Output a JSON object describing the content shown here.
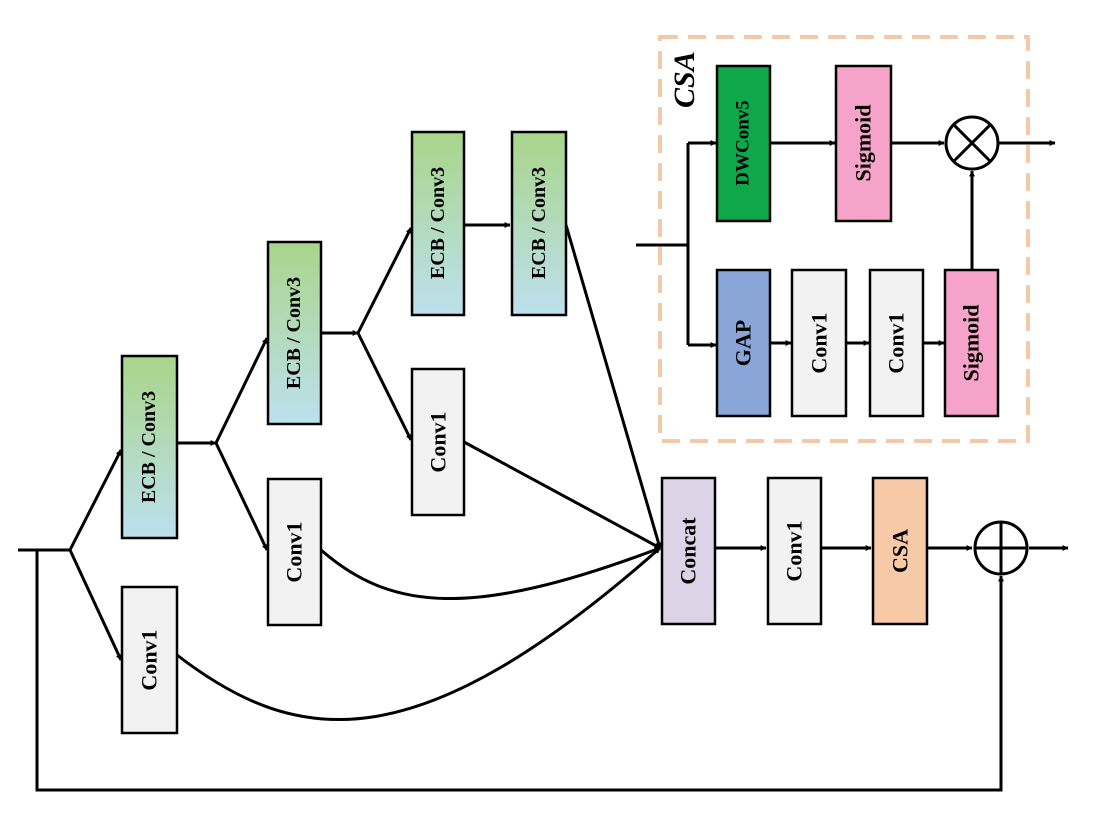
{
  "blocks": {
    "ecb_1": "ECB / Conv3",
    "conv1_a": "Conv1",
    "ecb_2": "ECB / Conv3",
    "conv1_b": "Conv1",
    "ecb_3": "ECB / Conv3",
    "conv1_c": "Conv1",
    "ecb_4": "ECB / Conv3",
    "concat": "Concat",
    "conv1_d": "Conv1",
    "csa": "CSA"
  },
  "csa_detail": {
    "title": "CSA",
    "dwconv": "DWConv5",
    "sigmoid_top": "Sigmoid",
    "gap": "GAP",
    "conv1_1": "Conv1",
    "conv1_2": "Conv1",
    "sigmoid_bottom": "Sigmoid"
  },
  "colors": {
    "ecb_gradient_top": "#a8d58a",
    "ecb_gradient_bottom": "#bde0ee",
    "conv1_fill": "#f2f2f2",
    "concat_fill": "#dcd3e6",
    "csa_fill": "#f7c9a6",
    "dwconv_fill": "#0ea84a",
    "sigmoid_fill": "#f5a3c8",
    "gap_fill": "#8aa6d8",
    "dashed_border": "#f5c9a8"
  }
}
